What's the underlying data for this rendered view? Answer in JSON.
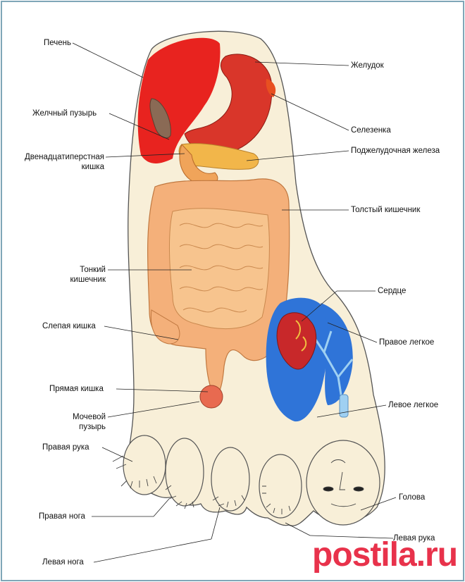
{
  "labels": {
    "liver": "Печень",
    "gallbladder": "Желчный пузырь",
    "duodenum": "Двенадцатиперстная\nкишка",
    "stomach": "Желудок",
    "spleen": "Селезенка",
    "pancreas": "Поджелудочная железа",
    "colon": "Толстый кишечник",
    "small_intestine": "Тонкий\nкишечник",
    "heart": "Сердце",
    "right_lung": "Правое легкое",
    "cecum": "Слепая кишка",
    "rectum": "Прямая кишка",
    "bladder": "Мочевой\nпузырь",
    "left_lung": "Левое легкое",
    "right_hand": "Правая рука",
    "head": "Голова",
    "right_leg": "Правая нога",
    "left_hand": "Левая рука",
    "left_leg": "Левая нога"
  },
  "watermark": "postila.ru",
  "colors": {
    "skin": "#f8efd8",
    "liver": "#e8231f",
    "stomach": "#d9362a",
    "pancreas": "#f2b64a",
    "intestine": "#f4b07a",
    "lung": "#2f74d8",
    "watermark": "#e8324b"
  }
}
